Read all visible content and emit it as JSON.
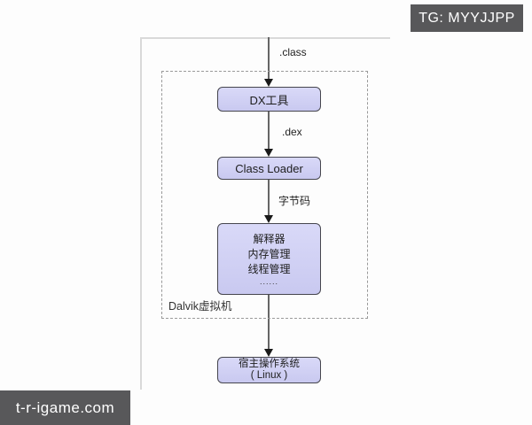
{
  "watermarks": {
    "telegram": "TG: MYYJJPP",
    "site": "t-r-igame.com"
  },
  "diagram": {
    "vm_container_label": "Dalvik虚拟机",
    "edge_labels": {
      "class_file": ".class",
      "dex_file": ".dex",
      "bytecode": "字节码"
    },
    "nodes": {
      "dx_tool": {
        "label": "DX工具"
      },
      "class_loader": {
        "label": "Class Loader"
      },
      "runtime": {
        "lines": [
          "解释器",
          "内存管理",
          "线程管理",
          "......"
        ]
      },
      "host_os": {
        "line1": "宿主操作系统",
        "line2": "( Linux )"
      }
    },
    "colors": {
      "node_fill": "#ccccf2",
      "node_border": "#46464e",
      "badge_background": "#58585a",
      "connector_line": "#666666",
      "dashed_border": "#9a9a9a"
    }
  }
}
